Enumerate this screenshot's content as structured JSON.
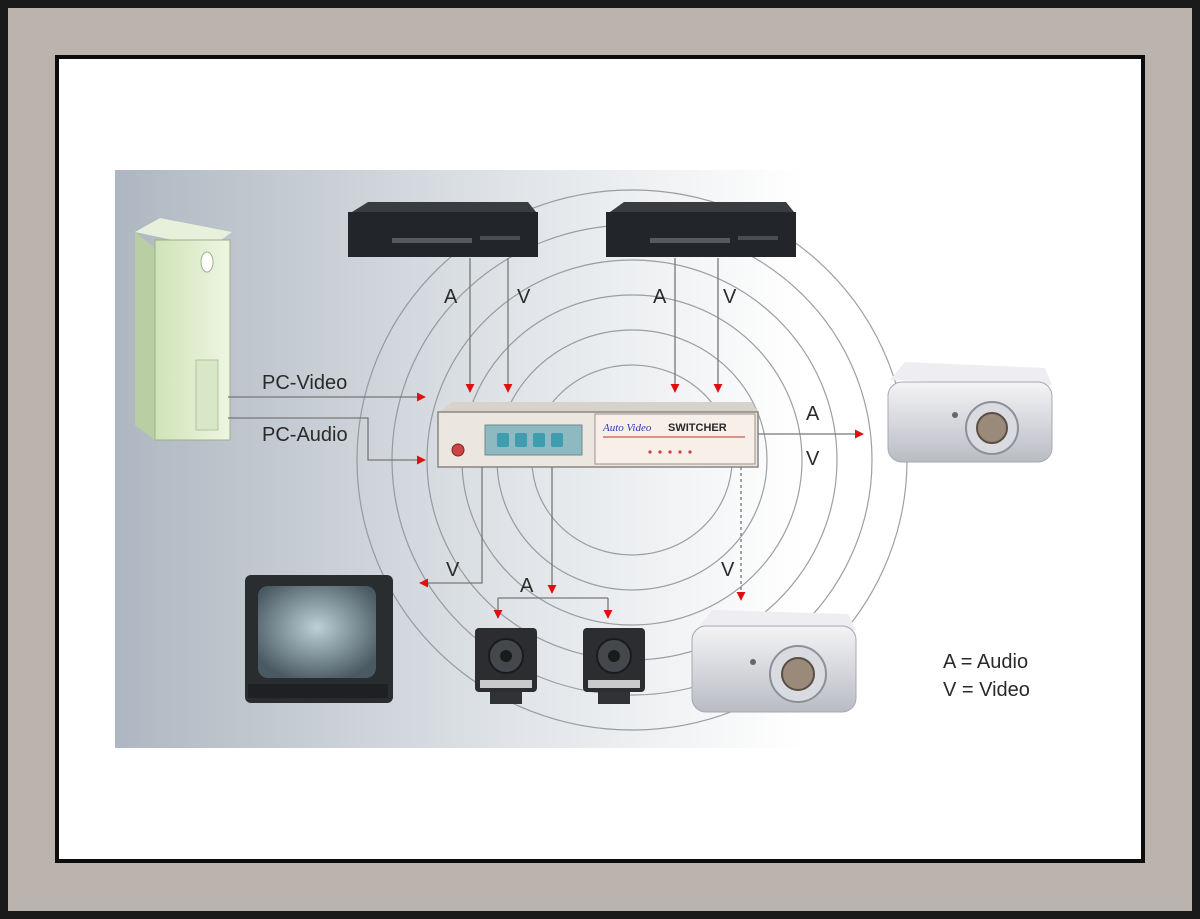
{
  "connections": {
    "pc_video": "PC-Video",
    "pc_audio": "PC-Audio",
    "vcr1_audio": "A",
    "vcr1_video": "V",
    "vcr2_audio": "A",
    "vcr2_video": "V",
    "projector_out_audio": "A",
    "projector_out_video": "V",
    "tv_video": "V",
    "speakers_audio": "A",
    "projector2_video": "V"
  },
  "switcher": {
    "brand_script": "Auto Video",
    "brand_name": "SWITCHER"
  },
  "legend": {
    "audio": "A = Audio",
    "video": "V = Video"
  },
  "colors": {
    "arrow": "#e01010",
    "line": "#777777",
    "mat": "#bbb4ae",
    "frame_border": "#0c0c0c"
  }
}
